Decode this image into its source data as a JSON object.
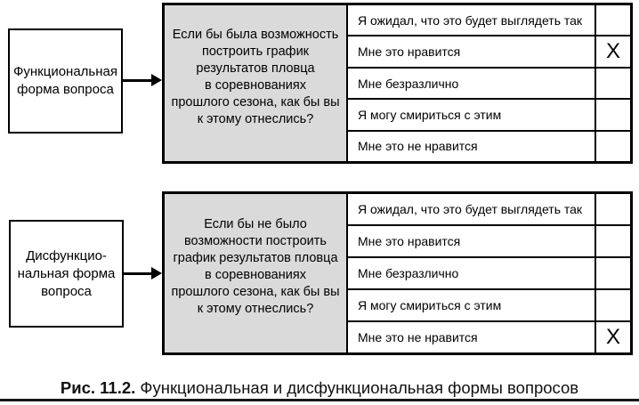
{
  "colors": {
    "question_cell_fill": "#dadada",
    "border": "#000000",
    "background": "#ffffff"
  },
  "functional": {
    "box_lines": [
      "Функциональная",
      "форма вопроса"
    ],
    "question_lines": [
      "Если бы была возможность",
      "построить график",
      "результатов пловца",
      "в соревнованиях",
      "прошлого сезона, как бы вы",
      "к этому отнеслись?"
    ],
    "options": [
      {
        "label": "Я ожидал, что это будет выглядеть так",
        "mark": ""
      },
      {
        "label": "Мне это нравится",
        "mark": "X"
      },
      {
        "label": "Мне безразлично",
        "mark": ""
      },
      {
        "label": "Я могу смириться с этим",
        "mark": ""
      },
      {
        "label": "Мне это не нравится",
        "mark": ""
      }
    ]
  },
  "dysfunctional": {
    "box_lines": [
      "Дисфункцио-",
      "нальная форма",
      "вопроса"
    ],
    "question_lines": [
      "Если бы не было",
      "возможности построить",
      "график результатов пловца",
      "в соревнованиях",
      "прошлого сезона, как бы вы",
      "к этому отнеслись?"
    ],
    "options": [
      {
        "label": "Я ожидал, что это будет выглядеть так",
        "mark": ""
      },
      {
        "label": "Мне это нравится",
        "mark": ""
      },
      {
        "label": "Мне безразлично",
        "mark": ""
      },
      {
        "label": "Я могу смириться с этим",
        "mark": ""
      },
      {
        "label": "Мне это не нравится",
        "mark": "X"
      }
    ]
  },
  "caption": {
    "label": "Рис. 11.2.",
    "text": "Функциональная и дисфункциональная формы вопросов"
  }
}
